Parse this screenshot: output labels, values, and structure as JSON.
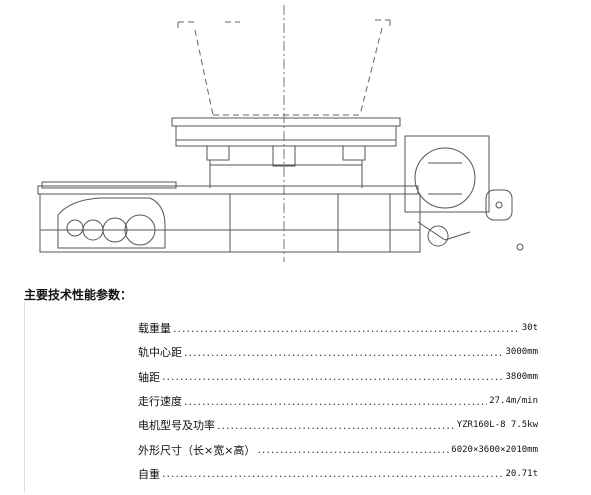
{
  "parameters": {
    "title": "主要技术性能参数：",
    "items": [
      {
        "label": "载重量",
        "value": "30t"
      },
      {
        "label": "轨中心距",
        "value": "3000mm"
      },
      {
        "label": "轴距",
        "value": "3800mm"
      },
      {
        "label": "走行速度",
        "value": "27.4m/min"
      },
      {
        "label": "电机型号及功率",
        "value": "YZR160L-8 7.5kw"
      },
      {
        "label": "外形尺寸（长×宽×高）",
        "value": "6020×3600×2010mm"
      },
      {
        "label": "自重",
        "value": "20.71t"
      }
    ]
  }
}
